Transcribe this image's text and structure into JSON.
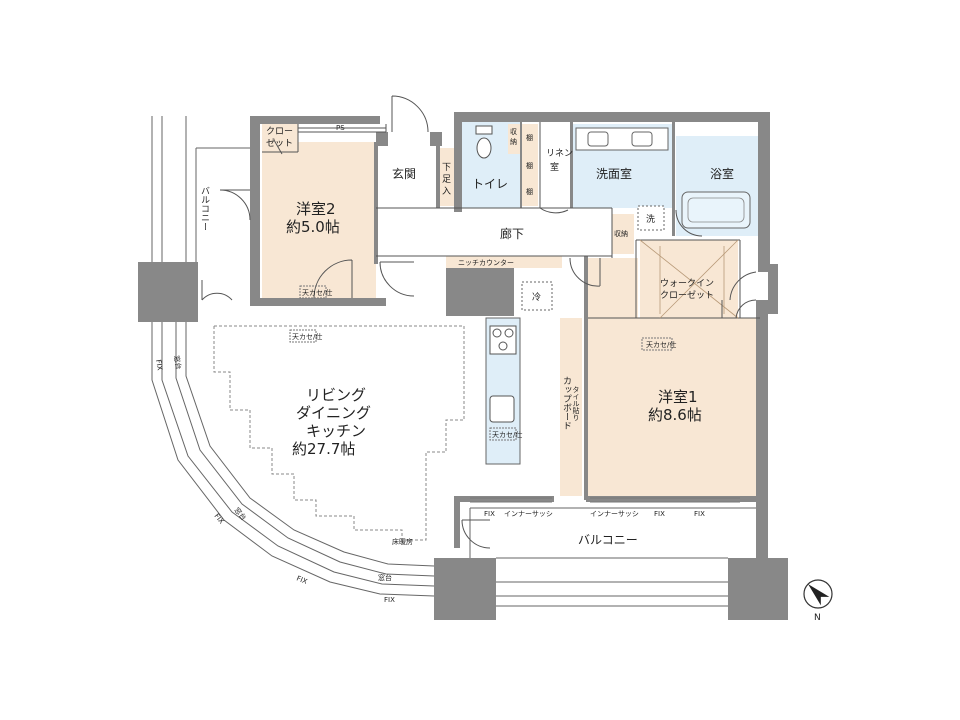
{
  "rooms": {
    "western2_name": "洋室2",
    "western2_size": "約5.0帖",
    "western1_name": "洋室1",
    "western1_size": "約8.6帖",
    "ldk_line1": "リビング",
    "ldk_line2": "ダイニング",
    "ldk_line3": "キッチン",
    "ldk_size": "約27.7帖",
    "entrance": "玄関",
    "toilet": "トイレ",
    "washroom": "洗面室",
    "bathroom": "浴室",
    "corridor": "廊下",
    "linen_line1": "リネン",
    "linen_line2": "室",
    "walkin_line1": "ウォークイン",
    "walkin_line2": "クローゼット",
    "closet_line1": "クロー",
    "closet_line2": "ゼット",
    "balcony_left": "バルコニー",
    "balcony_bottom": "バルコニー",
    "shoebox_line1": "下",
    "shoebox_line2": "足",
    "shoebox_line3": "入",
    "cupboard_line1": "カップボード",
    "cupboard_line2": "タイル貼り"
  },
  "labels": {
    "niche_counter": "ニッチカウンター",
    "storage_toilet_1": "収",
    "storage_toilet_2": "納",
    "storage_corridor": "収納",
    "shelf": "棚",
    "washer": "洗",
    "fridge": "冷",
    "ps": "PS",
    "floor_heating": "床暖房",
    "hatch": "天カセ/仕",
    "fix": "FIX",
    "inner_sash": "インナーサッシ",
    "window_sill": "窓台"
  }
}
